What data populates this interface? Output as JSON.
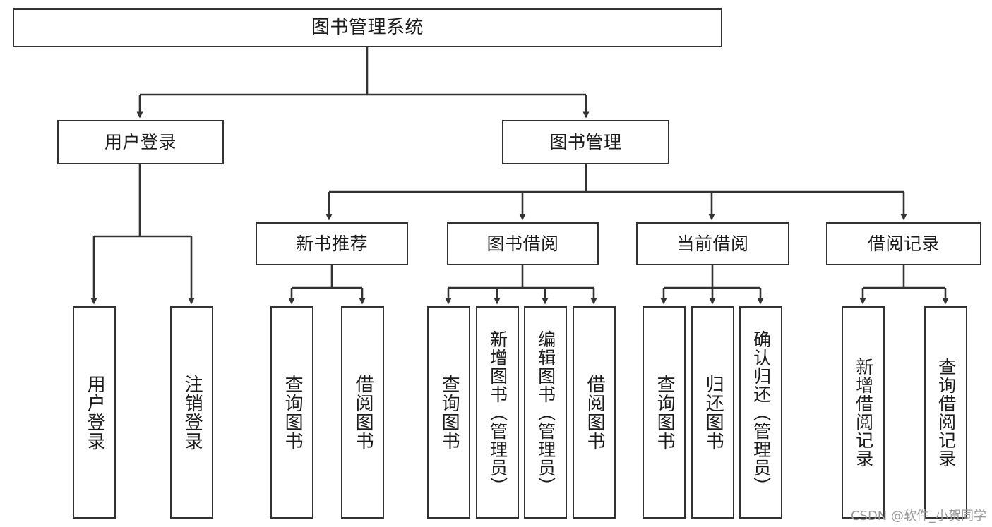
{
  "title": "图书管理系统",
  "watermark": "CSDN @软件_小贺同学",
  "colors": {
    "stroke": "#333333",
    "background": "#ffffff",
    "text": "#1c1c1c",
    "watermark": "#9a9a9a"
  },
  "chart_data": {
    "type": "diagram",
    "diagram_kind": "tree",
    "title": "图书管理系统",
    "orientation": "top-down",
    "levels": 4,
    "nodes": [
      {
        "id": "root",
        "label": "图书管理系统",
        "level": 0,
        "parent": null
      },
      {
        "id": "user-login",
        "label": "用户登录",
        "level": 1,
        "parent": "root"
      },
      {
        "id": "book-manage",
        "label": "图书管理",
        "level": 1,
        "parent": "root"
      },
      {
        "id": "new-book-rec",
        "label": "新书推荐",
        "level": 2,
        "parent": "book-manage"
      },
      {
        "id": "book-borrow",
        "label": "图书借阅",
        "level": 2,
        "parent": "book-manage"
      },
      {
        "id": "current-borrow",
        "label": "当前借阅",
        "level": 2,
        "parent": "book-manage"
      },
      {
        "id": "borrow-record",
        "label": "借阅记录",
        "level": 2,
        "parent": "book-manage"
      },
      {
        "id": "leaf-1",
        "label": "用户登录",
        "level": 3,
        "parent": "user-login"
      },
      {
        "id": "leaf-2",
        "label": "注销登录",
        "level": 3,
        "parent": "user-login"
      },
      {
        "id": "leaf-3",
        "label": "查询图书",
        "level": 3,
        "parent": "new-book-rec"
      },
      {
        "id": "leaf-4",
        "label": "借阅图书",
        "level": 3,
        "parent": "new-book-rec"
      },
      {
        "id": "leaf-5",
        "label": "查询图书",
        "level": 3,
        "parent": "book-borrow"
      },
      {
        "id": "leaf-6",
        "label": "新增图书（管理员）",
        "level": 3,
        "parent": "book-borrow"
      },
      {
        "id": "leaf-7",
        "label": "编辑图书（管理员）",
        "level": 3,
        "parent": "book-borrow"
      },
      {
        "id": "leaf-8",
        "label": "借阅图书",
        "level": 3,
        "parent": "book-borrow"
      },
      {
        "id": "leaf-9",
        "label": "查询图书",
        "level": 3,
        "parent": "current-borrow"
      },
      {
        "id": "leaf-10",
        "label": "归还图书",
        "level": 3,
        "parent": "current-borrow"
      },
      {
        "id": "leaf-11",
        "label": "确认归还（管理员）",
        "level": 3,
        "parent": "current-borrow"
      },
      {
        "id": "leaf-12",
        "label": "新增借阅记录",
        "level": 3,
        "parent": "borrow-record"
      },
      {
        "id": "leaf-13",
        "label": "查询借阅记录",
        "level": 3,
        "parent": "borrow-record"
      }
    ]
  },
  "nodes": {
    "root": {
      "label": "图书管理系统"
    },
    "user_login": {
      "label": "用户登录"
    },
    "book_manage": {
      "label": "图书管理"
    },
    "new_book_rec": {
      "label": "新书推荐"
    },
    "book_borrow": {
      "label": "图书借阅"
    },
    "current_borrow": {
      "label": "当前借阅"
    },
    "borrow_record": {
      "label": "借阅记录"
    },
    "leaf_1": {
      "label": "用户登录"
    },
    "leaf_2": {
      "label": "注销登录"
    },
    "leaf_3": {
      "label": "查询图书"
    },
    "leaf_4": {
      "label": "借阅图书"
    },
    "leaf_5": {
      "label": "查询图书"
    },
    "leaf_6": {
      "label": "新增图书（管理员）"
    },
    "leaf_7": {
      "label": "编辑图书（管理员）"
    },
    "leaf_8": {
      "label": "借阅图书"
    },
    "leaf_9": {
      "label": "查询图书"
    },
    "leaf_10": {
      "label": "归还图书"
    },
    "leaf_11": {
      "label": "确认归还（管理员）"
    },
    "leaf_12": {
      "label": "新增借阅记录"
    },
    "leaf_13": {
      "label": "查询借阅记录"
    }
  }
}
